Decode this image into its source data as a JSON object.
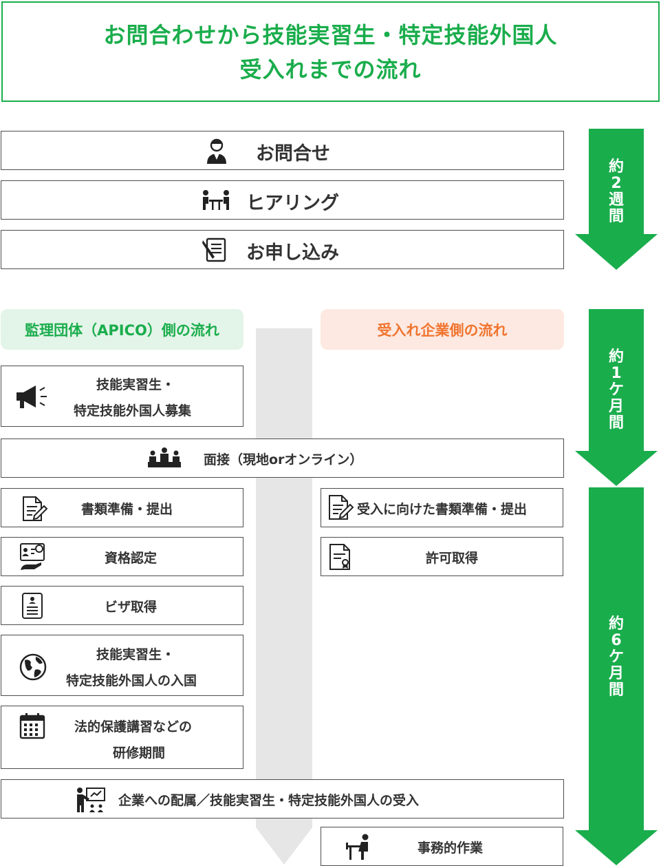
{
  "title": {
    "line1": "お問合わせから技能実習生・特定技能外国人",
    "line2": "受入れまでの流れ"
  },
  "top_steps": [
    {
      "label": "お問合せ",
      "icon": "person-icon"
    },
    {
      "label": "ヒアリング",
      "icon": "meeting-icon"
    },
    {
      "label": "お申し込み",
      "icon": "application-form-icon"
    }
  ],
  "durations": {
    "d1": [
      "約",
      "2",
      "週",
      "間"
    ],
    "d2": [
      "約",
      "1",
      "ケ",
      "月",
      "間"
    ],
    "d3": [
      "約",
      "6",
      "ケ",
      "月",
      "間"
    ]
  },
  "headers": {
    "apico": "監理団体（APICO）側の流れ",
    "company": "受入れ企業側の流れ"
  },
  "left_steps": {
    "recruit": [
      "技能実習生・",
      "特定技能外国人募集"
    ],
    "documents": "書類準備・提出",
    "qualification": "資格認定",
    "visa": "ビザ取得",
    "entry": [
      "技能実習生・",
      "特定技能外国人の入国"
    ],
    "training": [
      "法的保護講習などの",
      "研修期間"
    ]
  },
  "right_steps": {
    "documents": "受入に向けた書類準備・提出",
    "permit": "許可取得",
    "admin": "事務的作業"
  },
  "shared_steps": {
    "interview": "面接（現地orオンライン）",
    "placement": "企業への配属／技能実習生・特定技能外国人の受入"
  },
  "colors": {
    "green": "#1aad4c",
    "orange": "#f0742f",
    "green_bg": "#e3f4e8",
    "orange_bg": "#fde9e1",
    "gray_band": "#e6e6e6"
  }
}
